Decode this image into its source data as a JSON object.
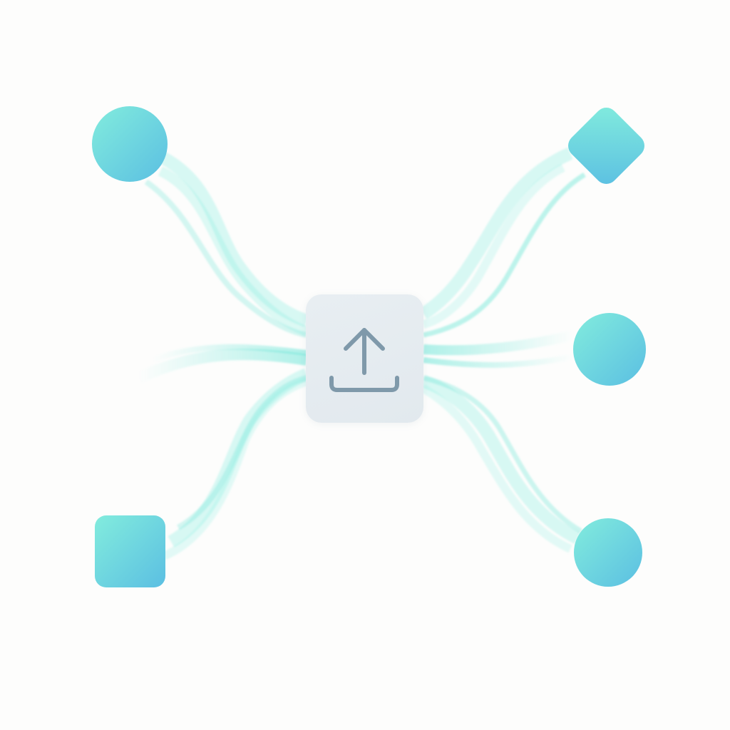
{
  "diagram": {
    "center": {
      "icon": "upload-icon",
      "color": "#7f99aa",
      "background": "#e5ecf0"
    },
    "node_gradient": [
      "#7fe9dc",
      "#5cc2e0"
    ],
    "flow_color": "#6fe6d8",
    "nodes": [
      {
        "id": "top-left",
        "shape": "circle"
      },
      {
        "id": "top-right",
        "shape": "diamond"
      },
      {
        "id": "middle-right",
        "shape": "circle"
      },
      {
        "id": "bottom-left",
        "shape": "rounded-square"
      },
      {
        "id": "bottom-right",
        "shape": "circle"
      }
    ]
  }
}
